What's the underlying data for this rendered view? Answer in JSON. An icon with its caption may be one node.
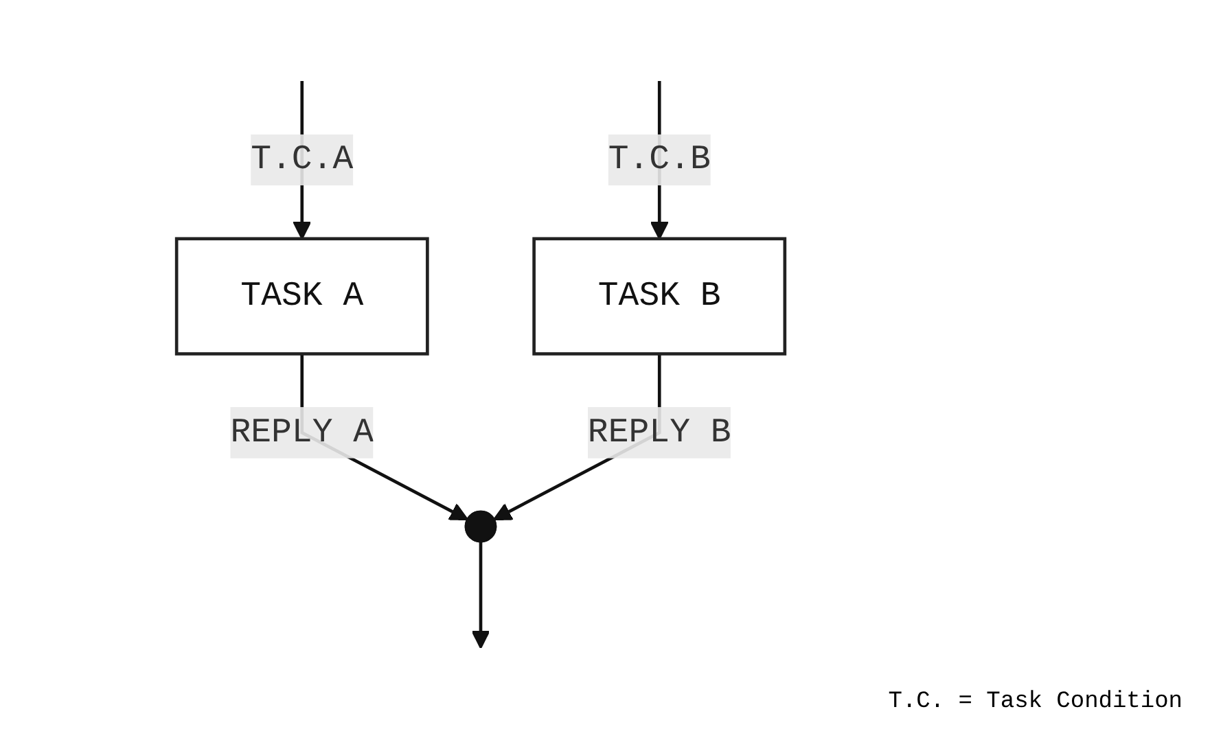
{
  "diagram": {
    "nodes": [
      {
        "text": [
          "TASK A"
        ]
      },
      {
        "text": [
          "TASK B"
        ]
      },
      {
        "text": [],
        "shape": "circle"
      }
    ],
    "edges": [
      {
        "from": null,
        "to": 0,
        "arrow": "to",
        "label": "T.C.A"
      },
      {
        "from": null,
        "to": 1,
        "arrow": "to",
        "label": "T.C.B"
      },
      {
        "from": 0,
        "to": 2,
        "arrow": "to",
        "label": "REPLY A"
      },
      {
        "from": 1,
        "to": 2,
        "arrow": "to",
        "label": "REPLY B"
      },
      {
        "from": 2,
        "to": null,
        "arrow": "to"
      }
    ],
    "labels": [
      "T.C. = Task Condition"
    ]
  }
}
